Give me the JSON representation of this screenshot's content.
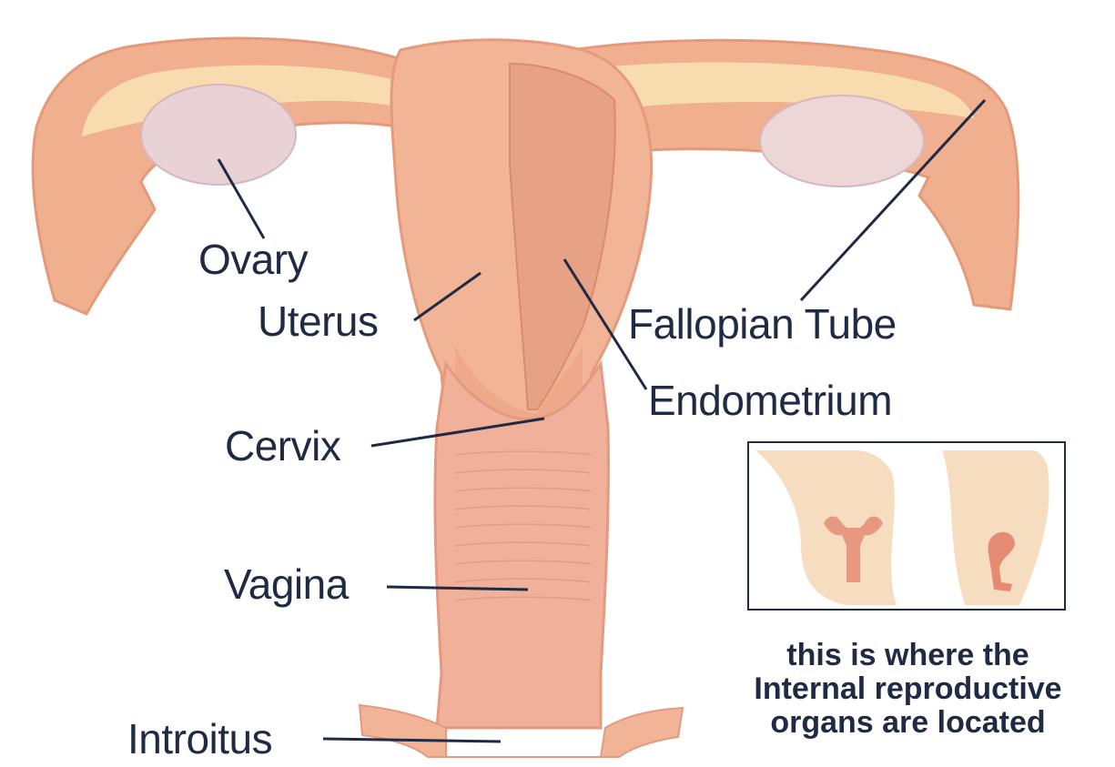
{
  "labels": {
    "ovary": "Ovary",
    "uterus": "Uterus",
    "fallopian_tube": "Fallopian Tube",
    "endometrium": "Endometrium",
    "cervix": "Cervix",
    "vagina": "Vagina",
    "introitus": "Introitus"
  },
  "inset": {
    "caption_lines": [
      "this is where the",
      "Internal reproductive",
      "organs are located"
    ]
  },
  "colors": {
    "tissue": "#f2b497",
    "tissue_dark": "#e59a7c",
    "tube": "#f7d8b0",
    "ovary": "#e8d2d6",
    "label_text": "#1f2a44",
    "leader_line": "#1f2a44"
  }
}
